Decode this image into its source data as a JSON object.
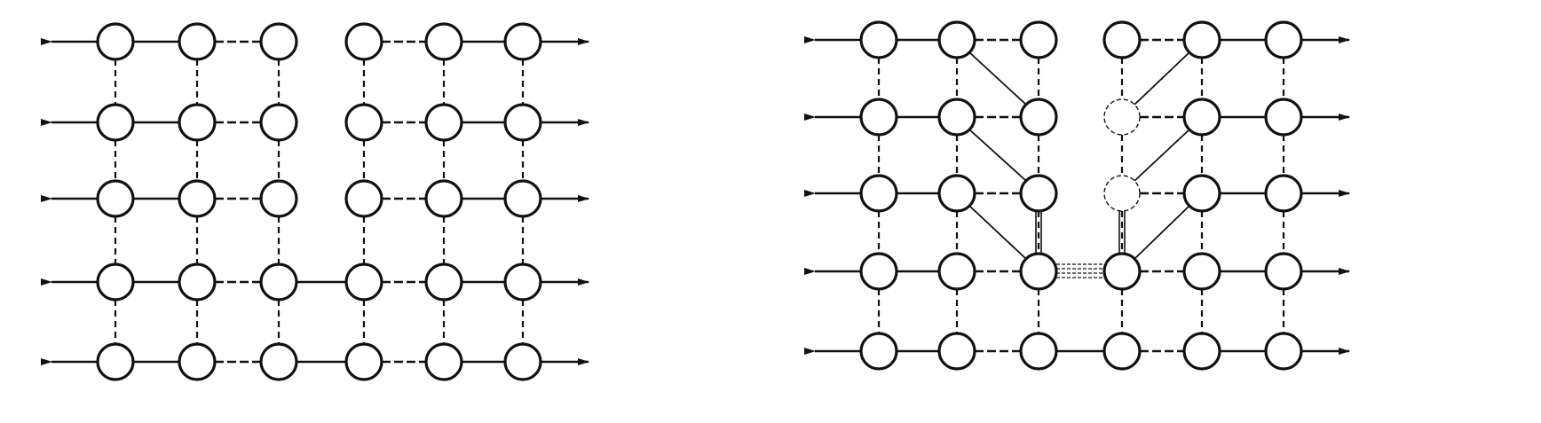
{
  "diagrams": [
    {
      "id": "left-lattice",
      "description_visible_text": "",
      "rows": 5,
      "cols": 6,
      "gap_after_col": 3,
      "crack": false
    },
    {
      "id": "right-lattice",
      "description_visible_text": "",
      "rows": 5,
      "cols": 6,
      "gap_after_col": 3,
      "crack": true,
      "crack_depth_rows": 4
    }
  ],
  "style": {
    "ink": "#111111",
    "paper": "#ffffff"
  }
}
